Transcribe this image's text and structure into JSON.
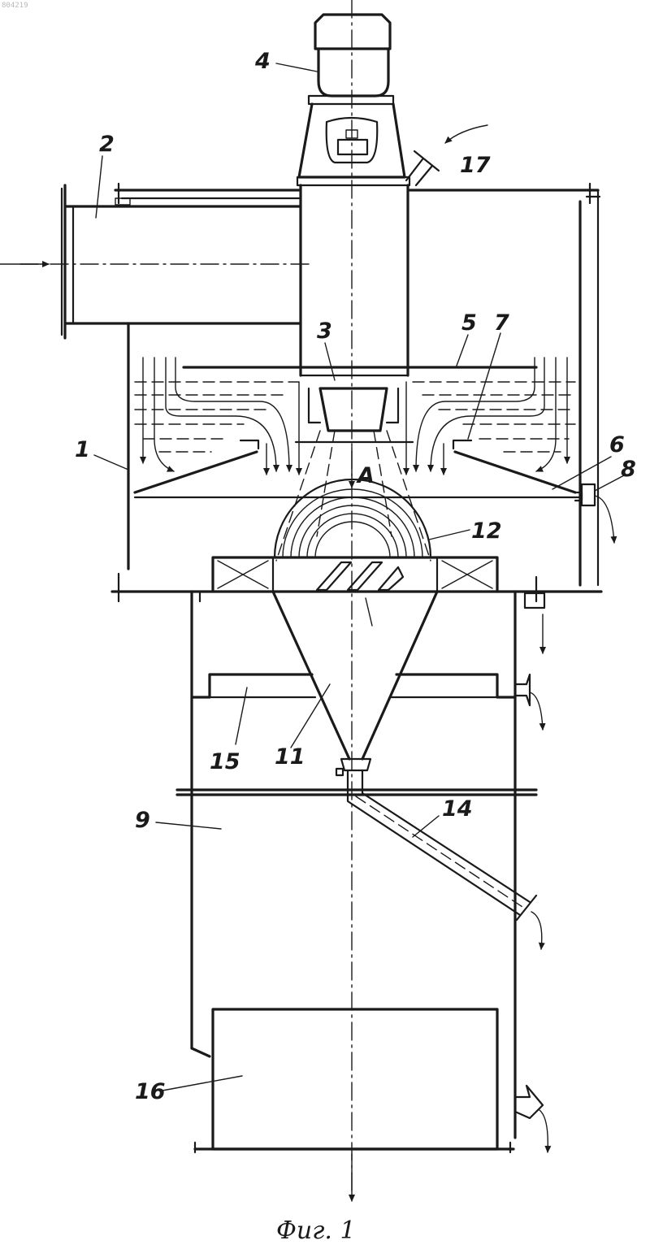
{
  "stamp": "804219",
  "caption": "Фиг. 1",
  "flow_label": "A",
  "labels": [
    {
      "id": "1",
      "text": "1"
    },
    {
      "id": "2",
      "text": "2"
    },
    {
      "id": "3",
      "text": "3"
    },
    {
      "id": "4",
      "text": "4"
    },
    {
      "id": "5",
      "text": "5"
    },
    {
      "id": "6",
      "text": "6"
    },
    {
      "id": "7",
      "text": "7"
    },
    {
      "id": "8",
      "text": "8"
    },
    {
      "id": "9",
      "text": "9"
    },
    {
      "id": "11",
      "text": "11"
    },
    {
      "id": "12",
      "text": "12"
    },
    {
      "id": "14",
      "text": "14"
    },
    {
      "id": "15",
      "text": "15"
    },
    {
      "id": "16",
      "text": "16"
    },
    {
      "id": "17",
      "text": "17"
    }
  ]
}
